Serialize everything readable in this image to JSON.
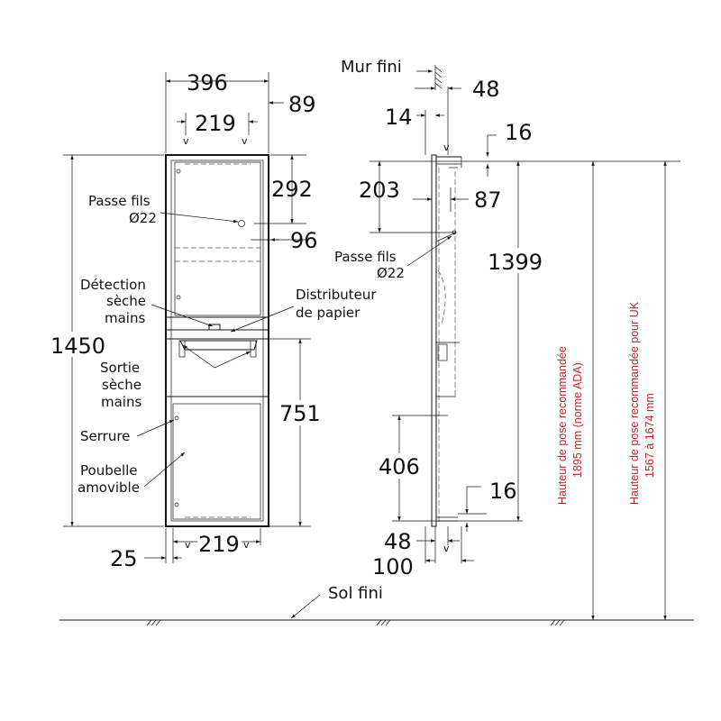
{
  "front_view": {
    "dimensions": {
      "width_total": "396",
      "depth_side": "89",
      "width_top": "219",
      "height_292": "292",
      "height_96": "96",
      "height_total": "1450",
      "height_751": "751",
      "offset_25": "25",
      "width_bottom": "219"
    },
    "labels": {
      "passe_fils_1": "Passe fils",
      "passe_fils_2": "Ø22",
      "detection_1": "Détection",
      "detection_2": "sèche",
      "detection_3": "mains",
      "distributeur_1": "Distributeur",
      "distributeur_2": "de papier",
      "sortie_1": "Sortie",
      "sortie_2": "sèche",
      "sortie_3": "mains",
      "serrure": "Serrure",
      "poubelle_1": "Poubelle",
      "poubelle_2": "amovible"
    },
    "v_marks": [
      "v",
      "v",
      "v",
      "v"
    ]
  },
  "side_view": {
    "labels": {
      "mur_fini": "Mur fini",
      "passe_fils_1": "Passe fils",
      "passe_fils_2": "Ø22",
      "sol_fini": "Sol fini"
    },
    "dimensions": {
      "d48_top": "48",
      "d14": "14",
      "d16_top": "16",
      "d203": "203",
      "d87": "87",
      "d1399": "1399",
      "d406": "406",
      "d16_bottom": "16",
      "d48_bottom": "48",
      "d100": "100"
    },
    "v_marks": [
      "v",
      "v"
    ]
  },
  "mounting_heights": {
    "ada_line1": "Hauteur de pose recommandée",
    "ada_line2": "1895 mm (norme ADA)",
    "uk_line1": "Hauteur de pose recommandée pour UK",
    "uk_line2": "1567 à 1674 mm"
  },
  "colors": {
    "ink": "#111111",
    "annotation_red": "#c0262d"
  }
}
